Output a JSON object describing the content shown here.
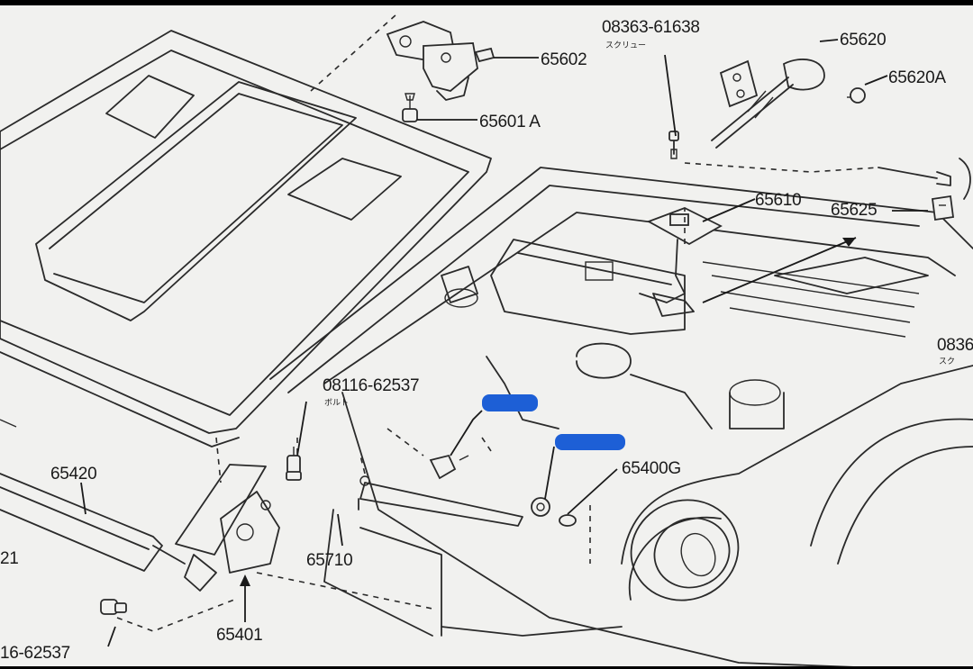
{
  "diagram": {
    "parts": {
      "p65602": "65602",
      "p65601a": "65601 A",
      "p08363": "08363-61638",
      "p08363_jp": "スクリュー",
      "p65620": "65620",
      "p65620a": "65620A",
      "p65610": "65610",
      "p65625": "65625",
      "p0836_cut": "0836",
      "p0836_jp": "スク",
      "p08116": "08116-62537",
      "p08116_jp": "ボルト",
      "p65400g": "65400G",
      "p65420": "65420",
      "p21": "21",
      "p65710": "65710",
      "p65401": "65401",
      "p16_62537": "16-62537"
    },
    "colors": {
      "paper": "#f1f1ef",
      "ink": "#2a2a2a",
      "redaction": "#1d5fd6",
      "border": "#000000"
    }
  }
}
